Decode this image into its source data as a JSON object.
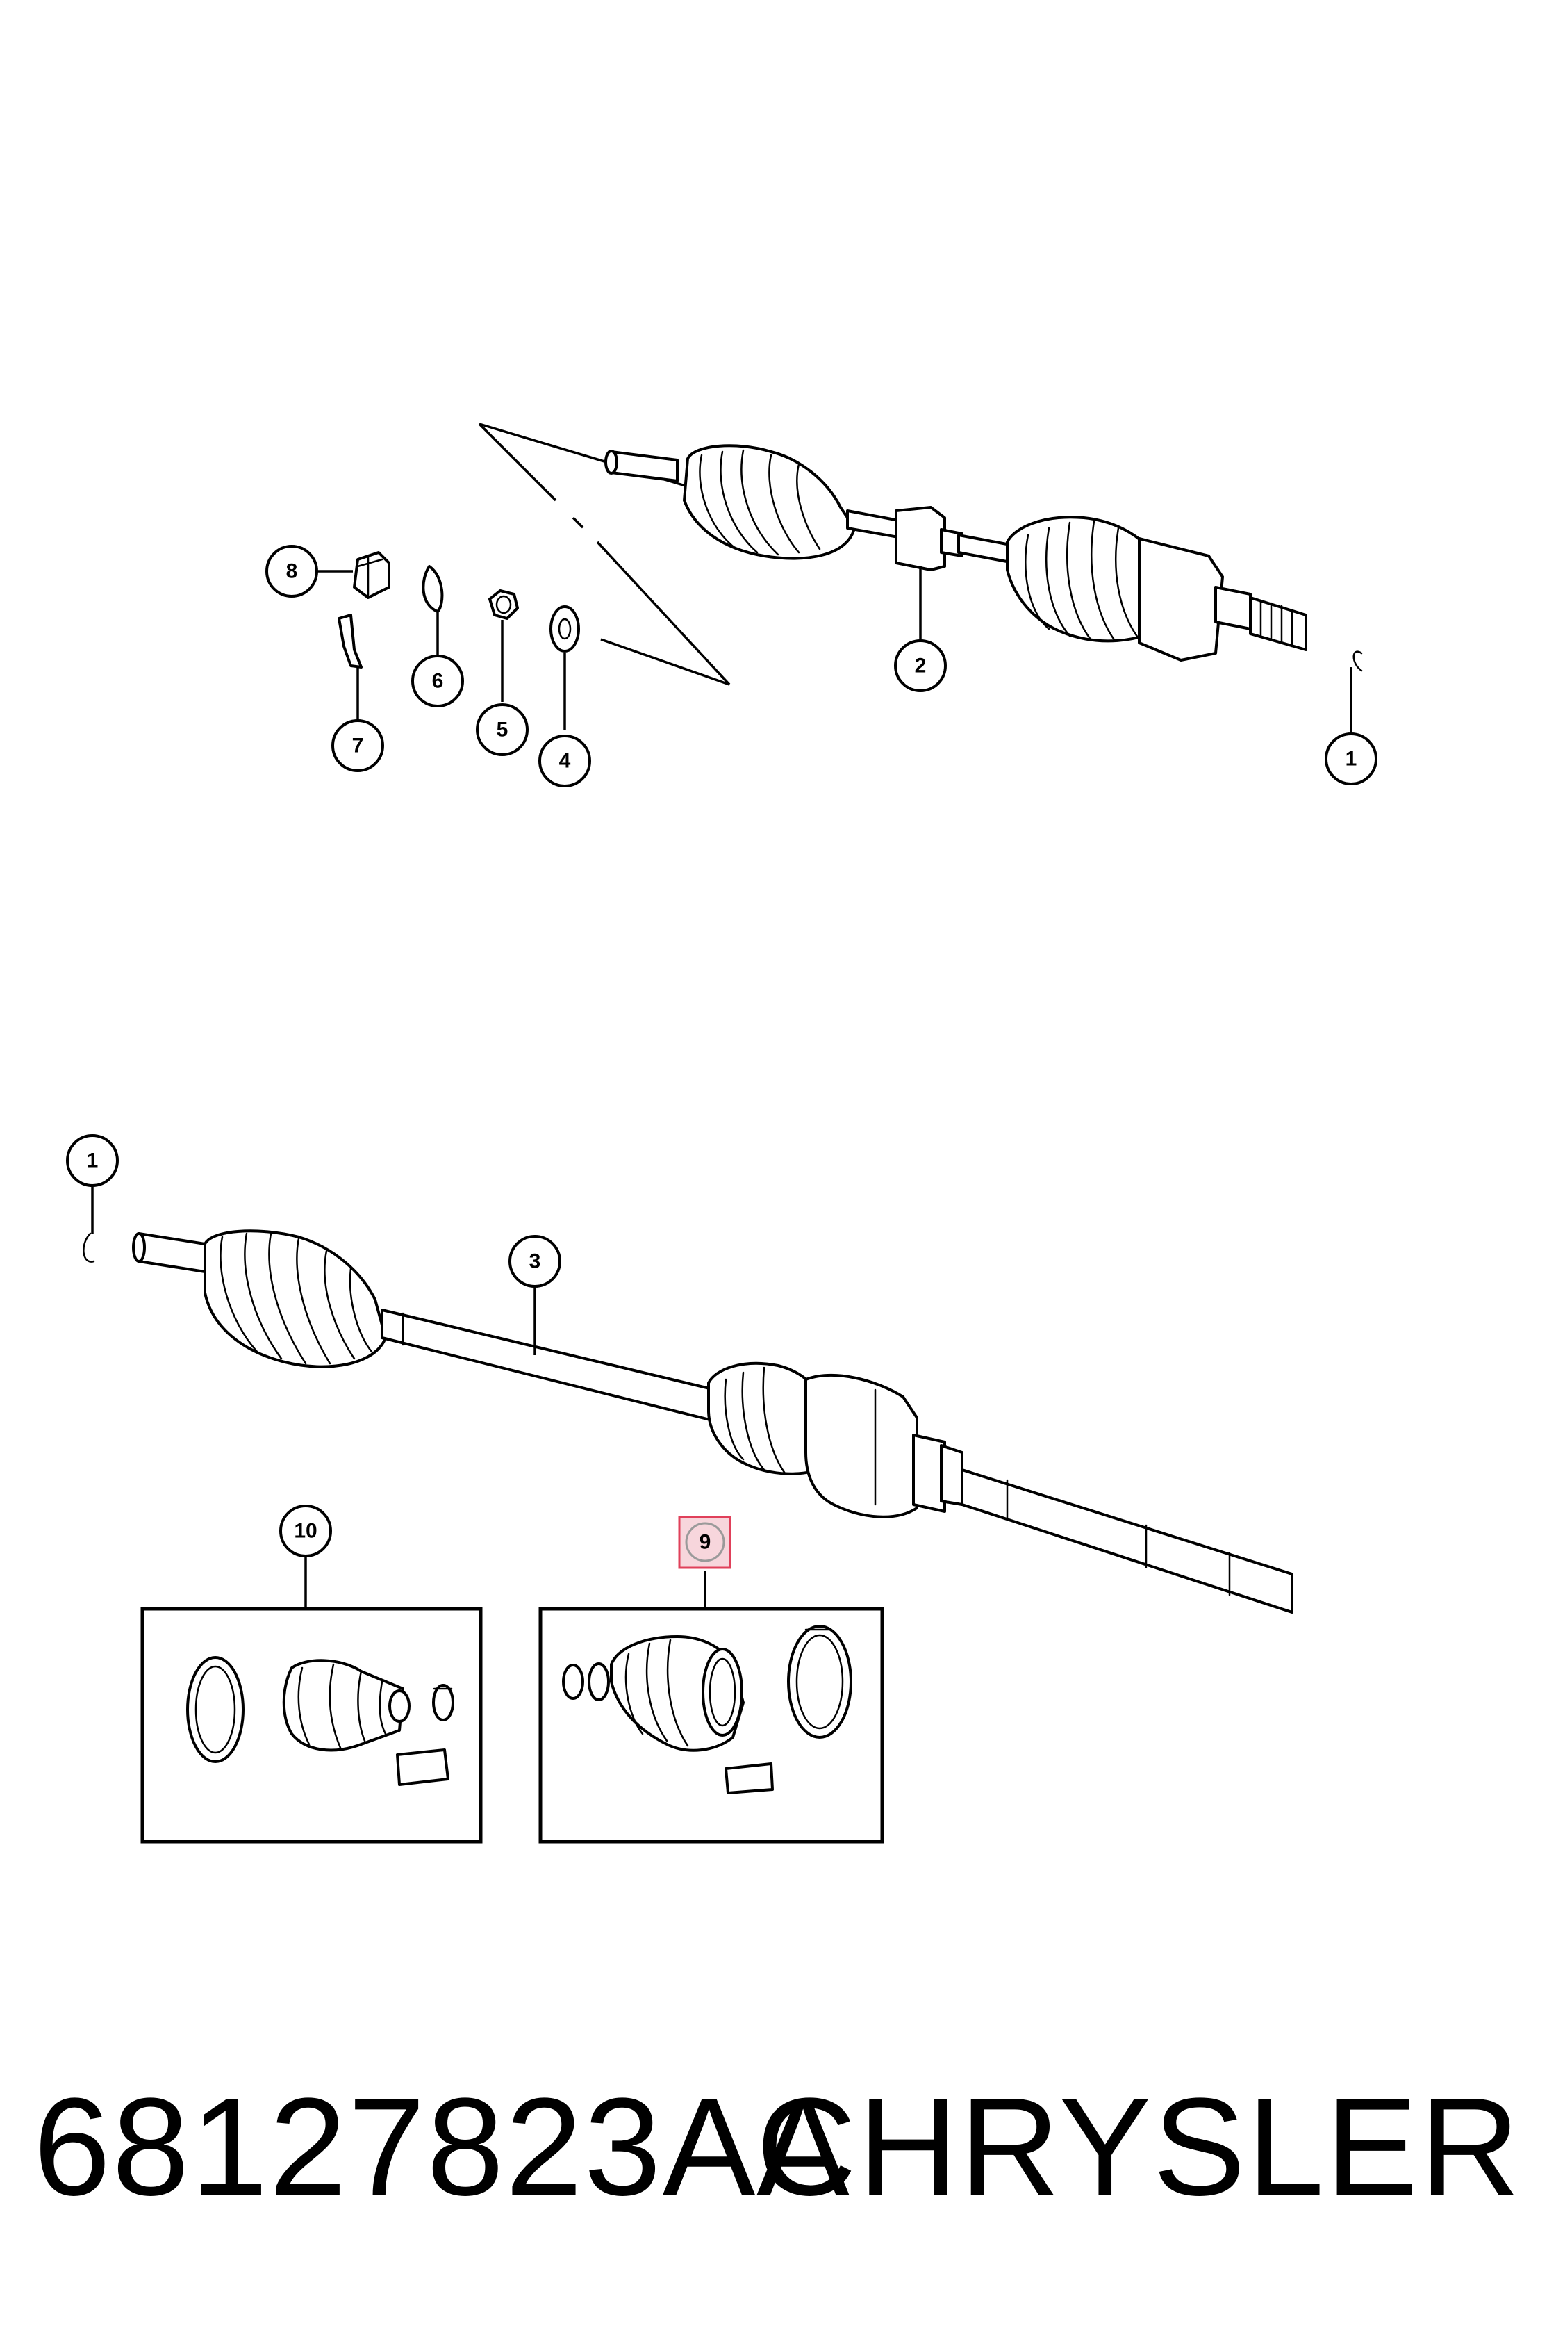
{
  "callouts": {
    "c1_top": "1",
    "c2": "2",
    "c4": "4",
    "c5": "5",
    "c6": "6",
    "c7": "7",
    "c8": "8",
    "c1_bottom": "1",
    "c3": "3",
    "c9": "9",
    "c10": "10"
  },
  "footer": {
    "part_number": "68127823AA",
    "brand": "CHRYSLER"
  },
  "highlight_color": "#e0405a"
}
